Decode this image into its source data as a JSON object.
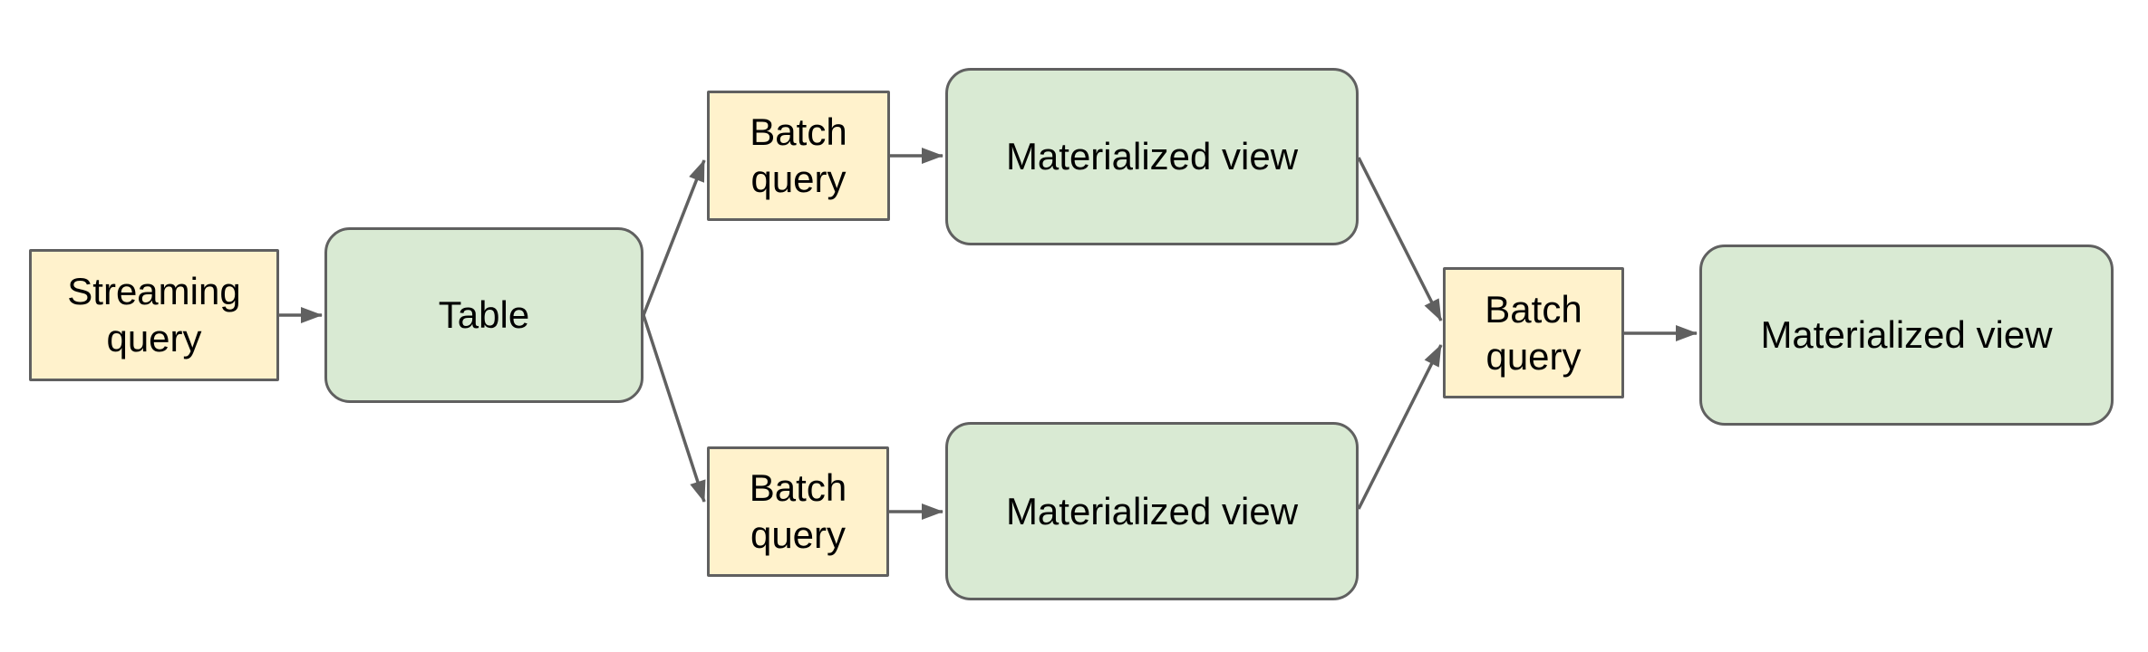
{
  "diagram": {
    "description": "Streaming and batch query pipeline flow diagram",
    "background": "#ffffff",
    "colors": {
      "query_box_fill": "#fff2cc",
      "view_box_fill": "#d9ead3",
      "box_border": "#606060",
      "connector": "#606060",
      "text": "#000000"
    },
    "nodes": {
      "streaming_query": {
        "label": "Streaming query",
        "kind": "query"
      },
      "table": {
        "label": "Table",
        "kind": "view"
      },
      "batch_query_top": {
        "label": "Batch query",
        "kind": "query"
      },
      "materialized_view_top": {
        "label": "Materialized view",
        "kind": "view"
      },
      "batch_query_bottom": {
        "label": "Batch query",
        "kind": "query"
      },
      "materialized_view_bottom": {
        "label": "Materialized view",
        "kind": "view"
      },
      "batch_query_right": {
        "label": "Batch query",
        "kind": "query"
      },
      "materialized_view_right": {
        "label": "Materialized view",
        "kind": "view"
      }
    },
    "edges": [
      {
        "from": "streaming_query",
        "to": "table"
      },
      {
        "from": "table",
        "to": "batch_query_top"
      },
      {
        "from": "table",
        "to": "batch_query_bottom"
      },
      {
        "from": "batch_query_top",
        "to": "materialized_view_top"
      },
      {
        "from": "batch_query_bottom",
        "to": "materialized_view_bottom"
      },
      {
        "from": "materialized_view_top",
        "to": "batch_query_right"
      },
      {
        "from": "materialized_view_bottom",
        "to": "batch_query_right"
      },
      {
        "from": "batch_query_right",
        "to": "materialized_view_right"
      }
    ]
  }
}
